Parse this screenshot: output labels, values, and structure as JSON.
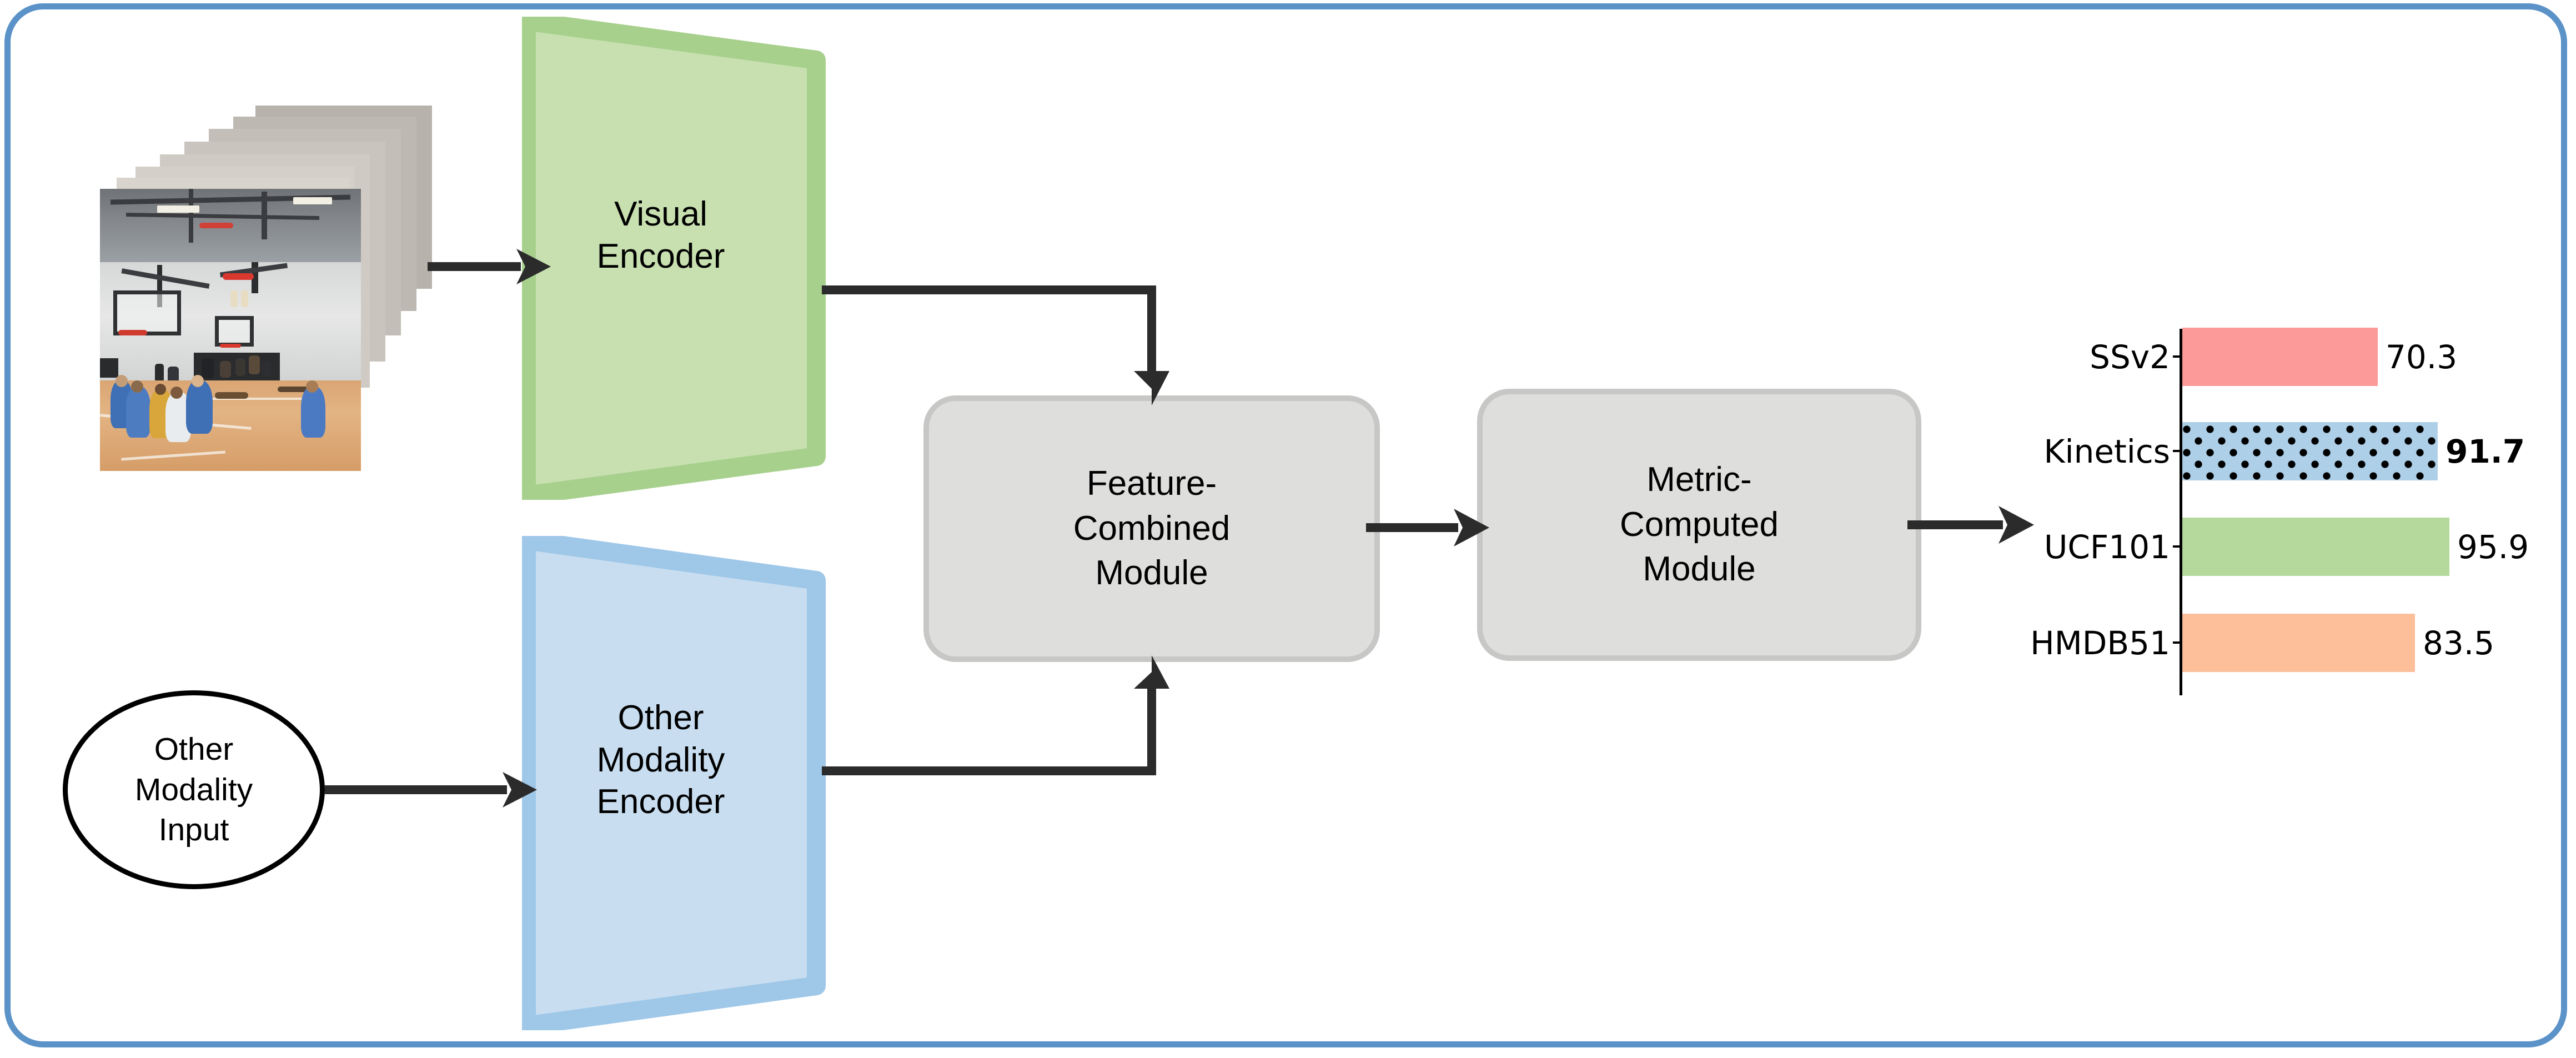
{
  "figure": {
    "border_color": "#5b92c8",
    "background": "#ffffff"
  },
  "input": {
    "video_stack_name": "video-frames",
    "video_stack_caption": "basketball gym video frames"
  },
  "ellipse": {
    "label": "Other\nModality\nInput"
  },
  "encoders": [
    {
      "id": "visual-encoder",
      "label": "Visual\nEncoder",
      "fill": "#c8e0b0",
      "edge": "#a8d08d"
    },
    {
      "id": "other-modality-encoder",
      "label": "Other\nModality\nEncoder",
      "fill": "#c8def0",
      "edge": "#9fc7e8"
    }
  ],
  "modules": [
    {
      "id": "feature-combined-module",
      "label": "Feature-\nCombined\nModule",
      "fill": "#dededd",
      "edge": "#c7c7c6"
    },
    {
      "id": "metric-computed-module",
      "label": "Metric-\nComputed\nModule",
      "fill": "#dededd",
      "edge": "#c7c7c6"
    }
  ],
  "connectors": [
    {
      "id": "video-to-visual-encoder",
      "kind": "arrow-right"
    },
    {
      "id": "ellipse-to-other-encoder",
      "kind": "arrow-right"
    },
    {
      "id": "visual-encoder-to-feature-module",
      "kind": "elbow-down"
    },
    {
      "id": "other-encoder-to-feature-module",
      "kind": "elbow-up"
    },
    {
      "id": "feature-module-to-metric-module",
      "kind": "arrow-right"
    },
    {
      "id": "metric-module-to-chart",
      "kind": "arrow-right"
    }
  ],
  "chart_data": {
    "type": "bar",
    "orientation": "horizontal",
    "title": "",
    "xlabel": "",
    "ylabel": "",
    "grid": false,
    "legend": false,
    "xlim": [
      0,
      100
    ],
    "categories": [
      "SSv2",
      "Kinetics",
      "UCF101",
      "HMDB51"
    ],
    "values": [
      70.3,
      91.7,
      95.9,
      83.5
    ],
    "value_labels": [
      "70.3",
      "91.7",
      "95.9",
      "83.5"
    ],
    "bar_colors": [
      "#fb9a99",
      "#aecfe8",
      "#b5d99c",
      "#fdbe9a"
    ],
    "highlight_index": 1,
    "highlight_style": "dotted-hatch-bold-label"
  }
}
